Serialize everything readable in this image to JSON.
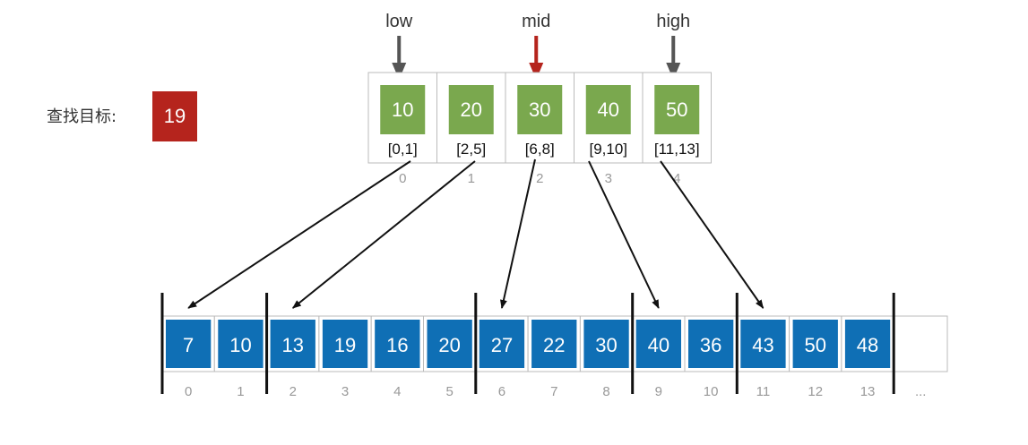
{
  "search_target": {
    "label": "查找目标:",
    "value": "19"
  },
  "pointers": [
    {
      "label": "low",
      "index_slot": 0,
      "color": "#555555"
    },
    {
      "label": "mid",
      "index_slot": 2,
      "color": "#b5241d"
    },
    {
      "label": "high",
      "index_slot": 4,
      "color": "#555555"
    }
  ],
  "index_blocks": [
    {
      "key": "10",
      "range": "[0,1]",
      "index": "0"
    },
    {
      "key": "20",
      "range": "[2,5]",
      "index": "1"
    },
    {
      "key": "30",
      "range": "[6,8]",
      "index": "2"
    },
    {
      "key": "40",
      "range": "[9,10]",
      "index": "3"
    },
    {
      "key": "50",
      "range": "[11,13]",
      "index": "4"
    }
  ],
  "main_array": {
    "values": [
      "7",
      "10",
      "13",
      "19",
      "16",
      "20",
      "27",
      "22",
      "30",
      "40",
      "36",
      "43",
      "50",
      "48"
    ],
    "indices": [
      "0",
      "1",
      "2",
      "3",
      "4",
      "5",
      "6",
      "7",
      "8",
      "9",
      "10",
      "11",
      "12",
      "13"
    ],
    "trailing_index": "...",
    "block_starts": [
      0,
      2,
      6,
      9,
      11
    ]
  },
  "colors": {
    "index_cell_fill": "#7aa84e",
    "array_cell_fill": "#0f6fb5",
    "target_fill": "#b5241d",
    "grid_stroke": "#bbbbbb",
    "index_text": "#999999",
    "arrow": "#111111"
  }
}
